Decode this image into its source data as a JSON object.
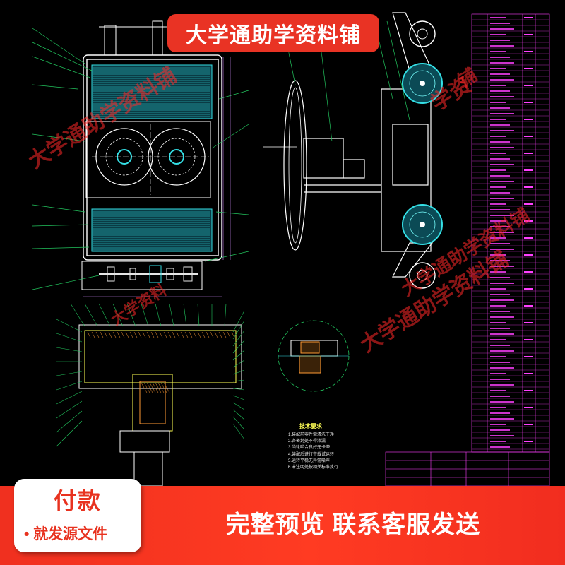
{
  "banner": {
    "title": "大学通助学资料铺"
  },
  "watermarks": [
    "大学通助学资料铺",
    "学资",
    "大学通助学资料铺",
    "大学通助学资料铺",
    "大学资料",
    "铺"
  ],
  "payment": {
    "title": "付款",
    "subtitle": "• 就发源文件"
  },
  "footer": {
    "slogan": "完整预览  联系客服发送"
  },
  "drawing": {
    "notes_title": "技术要求",
    "notes": [
      "1.装配前零件需清洗干净",
      "2.各密封处不得渗漏",
      "3.齿轮啮合良好无卡滞",
      "4.装配后进行空载试运转",
      "5.运转平稳无异常噪声",
      "6.未注明处按相关标准执行"
    ]
  },
  "colors": {
    "cad_background": "#000000",
    "outline": "#ffffff",
    "leader_green": "#22c55e",
    "dimension_magenta": "#ff40ff",
    "accent_cyan": "#35e0e6",
    "brand_red": "#e93324"
  }
}
